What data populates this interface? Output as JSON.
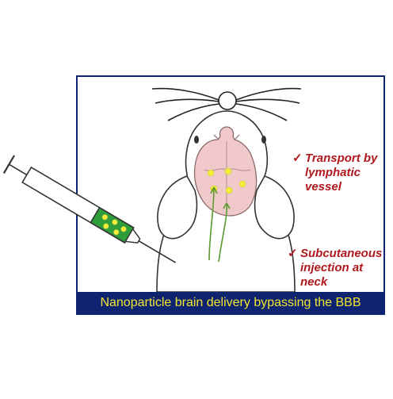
{
  "annotations": {
    "check_mark": "✓",
    "transport": [
      "Transport by",
      "lymphatic",
      "vessel"
    ],
    "injection": [
      "Subcutaneous",
      "injection at",
      "neck"
    ]
  },
  "caption": "Nanoparticle brain delivery bypassing the BBB",
  "icons": {
    "syringe": "syringe-icon",
    "mouse": "mouse-head-icon",
    "brain": "brain-icon",
    "nanoparticle": "nanoparticle-dot"
  },
  "colors": {
    "frame": "#0f2470",
    "caption_bg": "#0f2470",
    "caption_text": "#f2e531",
    "annotation_text": "#b0191e",
    "brain_fill": "#f1c9cb",
    "drug_fill": "#2e9e3a",
    "particle": "#f4ee3a",
    "arrow": "#5a9a2e"
  }
}
